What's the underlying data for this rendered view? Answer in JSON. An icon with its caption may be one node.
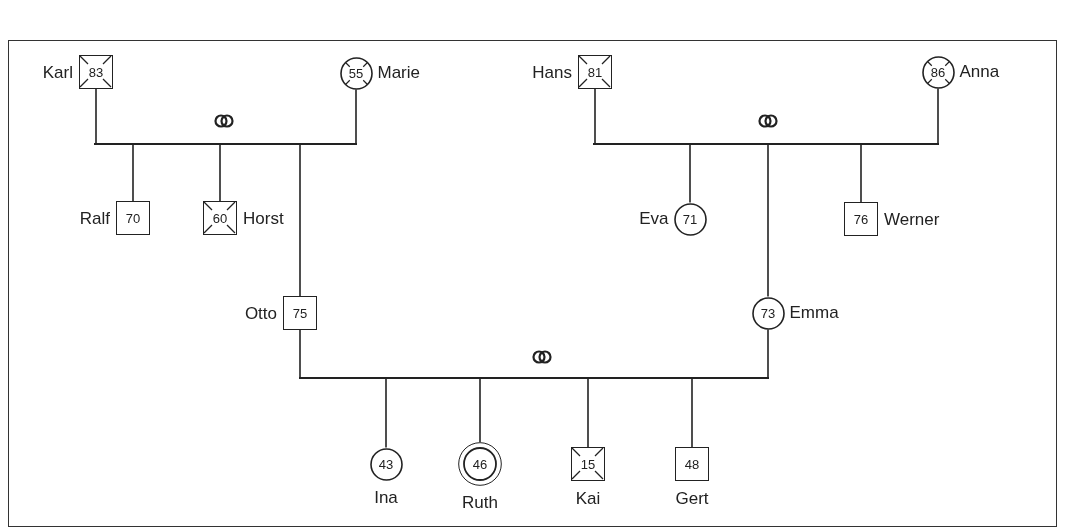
{
  "diagram": {
    "nodes": [
      {
        "text": [
          "83"
        ],
        "beside": [
          "Karl"
        ]
      },
      {
        "text": [
          "55"
        ],
        "beside": [
          "Marie"
        ]
      },
      {
        "text": [
          "81"
        ],
        "beside": [
          "Hans"
        ]
      },
      {
        "text": [
          "86"
        ],
        "beside": [
          "Anna"
        ]
      },
      {
        "text": [],
        "shape": "bar"
      },
      {
        "text": [],
        "shape": "bar"
      },
      {
        "text": [
          "70"
        ],
        "beside": [
          "Ralf"
        ]
      },
      {
        "text": [
          "60"
        ],
        "beside": [
          "Horst"
        ]
      },
      {
        "text": [
          "71"
        ],
        "beside": [
          "Eva"
        ]
      },
      {
        "text": [
          "76"
        ],
        "beside": [
          "Werner"
        ]
      },
      {
        "text": [
          "75"
        ],
        "beside": [
          "Otto"
        ]
      },
      {
        "text": [
          "73"
        ],
        "beside": [
          "Emma"
        ]
      },
      {
        "text": [],
        "shape": "bar"
      },
      {
        "text": [
          "43"
        ],
        "beside": [
          "Ina"
        ]
      },
      {
        "text": [
          "46"
        ],
        "beside": [
          "Ruth"
        ]
      },
      {
        "text": [
          "15"
        ],
        "beside": [
          "Kai"
        ]
      },
      {
        "text": [
          "48"
        ],
        "beside": [
          "Gert"
        ]
      }
    ],
    "edges": [
      {
        "from": 0,
        "to": 4,
        "arrow": "none"
      },
      {
        "from": 1,
        "to": 4,
        "arrow": "none"
      },
      {
        "from": 4,
        "to": 6,
        "arrow": "none"
      },
      {
        "from": 4,
        "to": 7,
        "arrow": "none"
      },
      {
        "from": 4,
        "to": 10,
        "arrow": "none"
      },
      {
        "from": 2,
        "to": 5,
        "arrow": "none"
      },
      {
        "from": 3,
        "to": 5,
        "arrow": "none"
      },
      {
        "from": 5,
        "to": 8,
        "arrow": "none"
      },
      {
        "from": 5,
        "to": 11,
        "arrow": "none"
      },
      {
        "from": 5,
        "to": 9,
        "arrow": "none"
      },
      {
        "from": 10,
        "to": 12,
        "arrow": "none"
      },
      {
        "from": 11,
        "to": 12,
        "arrow": "none"
      },
      {
        "from": 12,
        "to": 13,
        "arrow": "none"
      },
      {
        "from": 12,
        "to": 14,
        "arrow": "none"
      },
      {
        "from": 12,
        "to": 15,
        "arrow": "none"
      },
      {
        "from": 12,
        "to": 16,
        "arrow": "none"
      }
    ]
  }
}
